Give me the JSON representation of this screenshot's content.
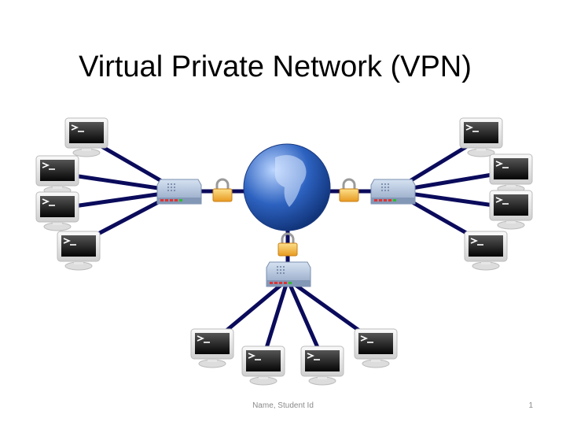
{
  "slide": {
    "title": "Virtual Private Network (VPN)",
    "footer": "Name, Student Id",
    "page_number": "1"
  },
  "colors": {
    "cable": "#0b0b5c",
    "lock": "#f0b030",
    "router": "#a8bcd8",
    "globe": "#2a5bb0"
  }
}
